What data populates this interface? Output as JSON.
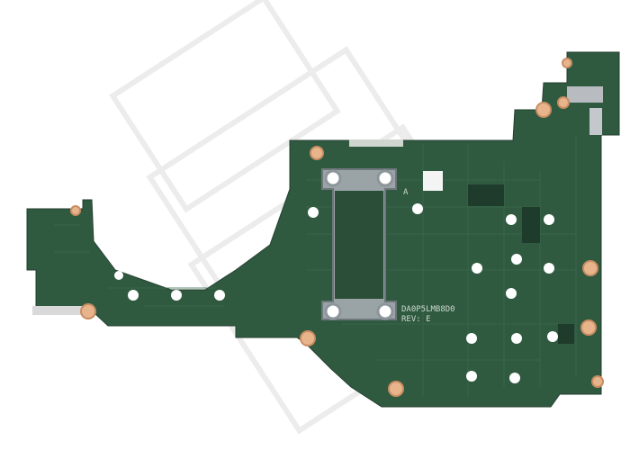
{
  "photo": {
    "subject": "laptop-motherboard",
    "background_color": "#ffffff",
    "board_color": "#2f5a40",
    "trace_color": "#3a6a4c",
    "mount_hole_color": "#e7b48c",
    "heatsink_color": "#9aa3a6",
    "cutout_color": "#ffffff"
  },
  "board_text": {
    "model": "DA0P5LMB8D0",
    "revision": "REV: E",
    "silkscreen_a": "A",
    "watermark_chars": "□"
  }
}
